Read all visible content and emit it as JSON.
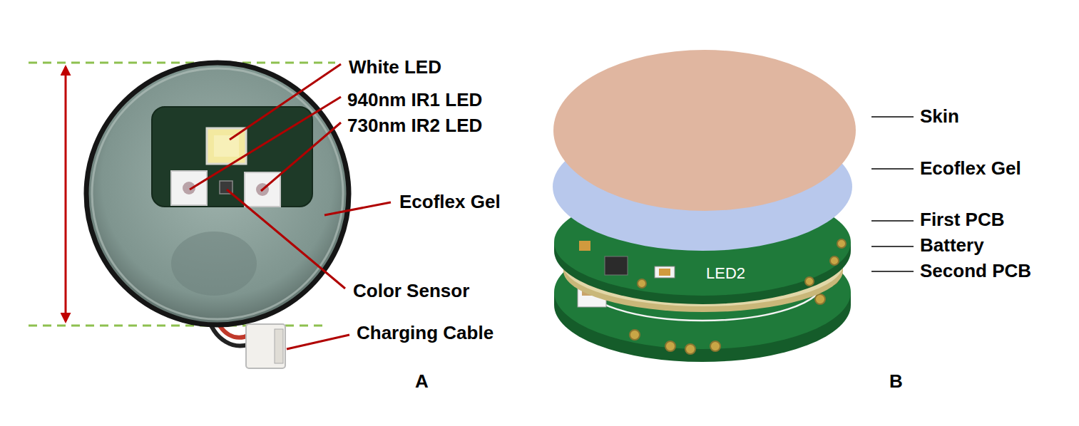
{
  "diagram": {
    "labels": [
      "White LED",
      "940nm IR1 LED",
      "730nm IR2 LED",
      "Ecoflex Gel",
      "Color Sensor",
      "Charging Cable",
      "A",
      "Skin",
      "Ecoflex Gel",
      "First PCB",
      "Battery",
      "Second PCB",
      "B",
      "LED2"
    ]
  }
}
